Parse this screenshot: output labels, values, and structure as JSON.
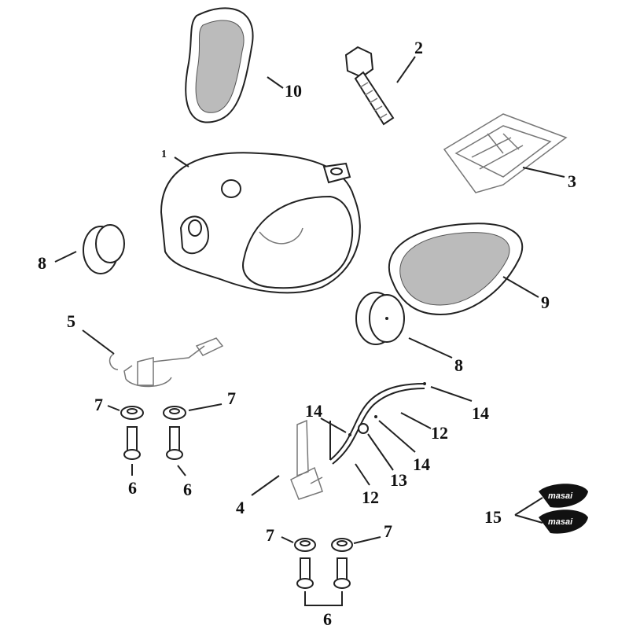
{
  "title": "Fuel tank exploded parts diagram",
  "callouts": {
    "p1": "1",
    "p2": "2",
    "p3": "3",
    "p4": "4",
    "p5": "5",
    "p6a": "6",
    "p6b": "6",
    "p6c": "6",
    "p7a": "7",
    "p7b": "7",
    "p7c": "7",
    "p7d": "7",
    "p8a": "8",
    "p8b": "8",
    "p9": "9",
    "p10": "10",
    "p12a": "12",
    "p12b": "12",
    "p13": "13",
    "p14a": "14",
    "p14b": "14",
    "p14c": "14",
    "p15": "15"
  },
  "decal_logo_text": "masai"
}
